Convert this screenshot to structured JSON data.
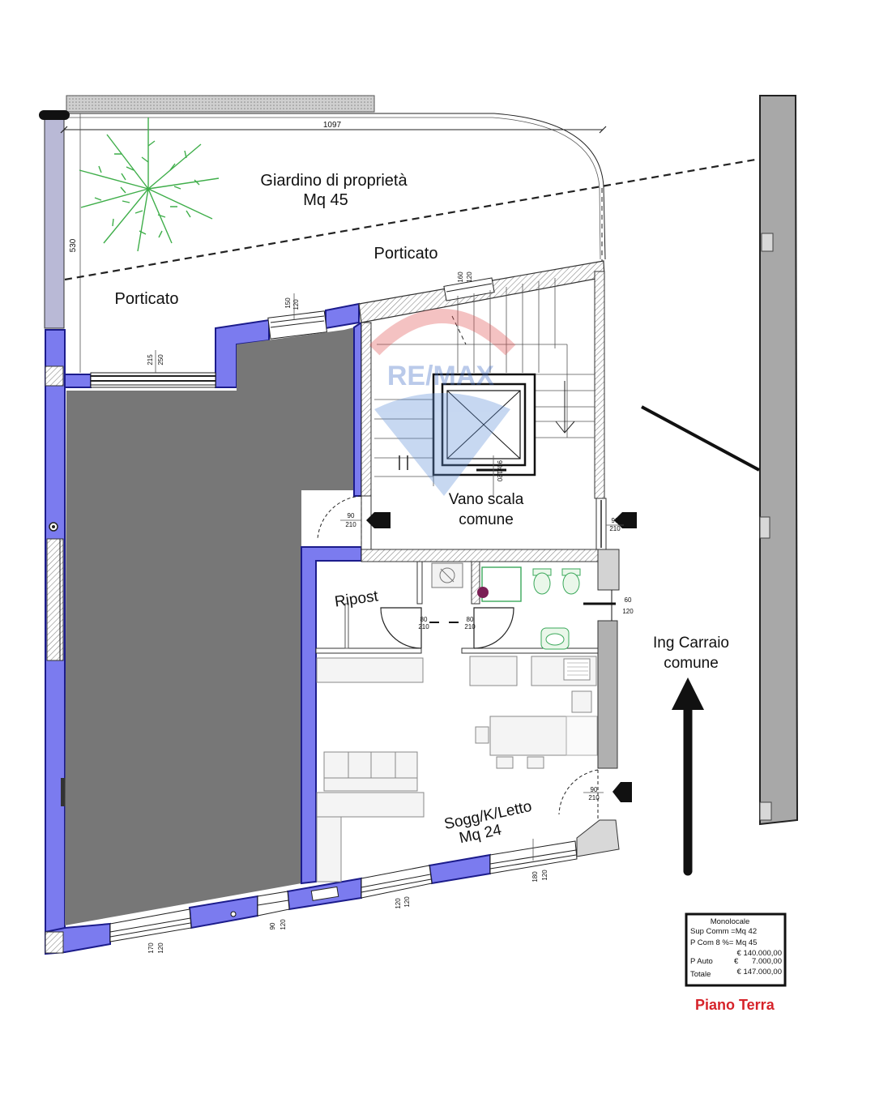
{
  "labels": {
    "garden_title": "Giardino di proprietà",
    "garden_area": "Mq 45",
    "porch_right": "Porticato",
    "porch_left": "Porticato",
    "stair_line1": "Vano scala",
    "stair_line2": "comune",
    "storage": "Ripost",
    "living_line1": "Sogg/K/Letto",
    "living_line2": "Mq 24",
    "driveway_line1": "Ing Carraio",
    "driveway_line2": "comune",
    "watermark": "RE/MAX"
  },
  "dimensions": {
    "garden_width": "1097",
    "garden_depth": "530",
    "win_top_a_w": "120",
    "win_top_a_h": "150",
    "win_top_b_w": "120",
    "win_top_b_h": "160",
    "door_porch_w": "250",
    "door_porch_h": "215",
    "door_stair_left_w": "90",
    "door_stair_left_h": "210",
    "door_stair_right_w": "90",
    "door_stair_right_h": "210",
    "door_ripost_w": "80",
    "door_ripost_h": "210",
    "door_bath_w": "80",
    "door_bath_h": "210",
    "win_bath_w": "60",
    "win_bath_h": "120",
    "door_living_w": "90",
    "door_living_h": "210",
    "win_bot_1_w": "120",
    "win_bot_1_h": "170",
    "win_bot_2_w": "120",
    "win_bot_2_h": "90",
    "win_bot_3_w": "120",
    "win_bot_3_h": "120",
    "win_bot_4_w": "120",
    "win_bot_4_h": "180",
    "lift_dim": "90x120"
  },
  "summary_table": {
    "title": "Monolocale",
    "row1": "Sup Comm =Mq 42",
    "row2": "P Com 8 %= Mq 45",
    "row3_value": "€ 140.000,00",
    "row4_label": "P Auto",
    "row4_currency": "€",
    "row4_value": "7.000,00",
    "row5_label": "Totale",
    "row5_value": "€ 147.000,00"
  },
  "floor_name": "Piano Terra",
  "colors": {
    "wall_blue": "#7b7bef",
    "dark_fill": "#777777",
    "road_gray": "#a8a8a8",
    "plant_green": "#3fae4a",
    "accent_red": "#d6232a"
  }
}
